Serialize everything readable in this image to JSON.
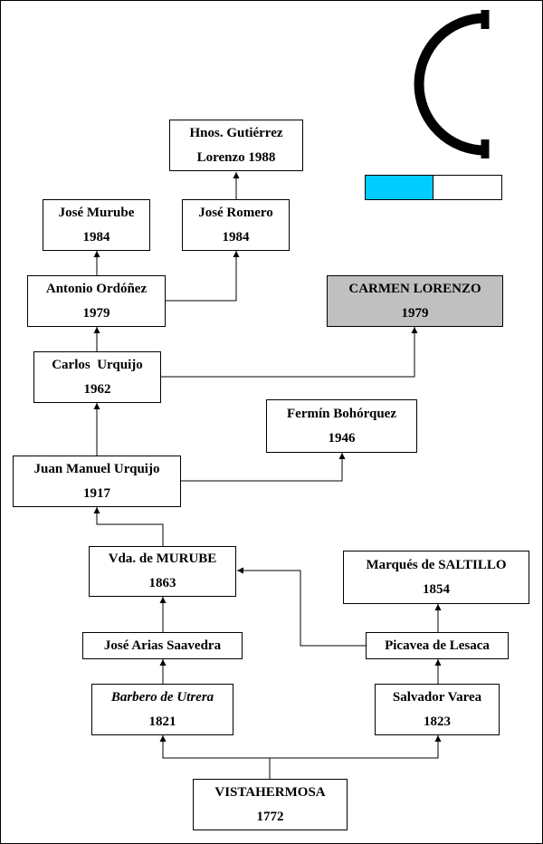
{
  "logo": {
    "letter": "C",
    "stripe_colors": [
      "#00ccff",
      "#ffffff"
    ]
  },
  "nodes": {
    "hnos_gutierrez": {
      "name": "Hnos. Gutiérrez",
      "year": "Lorenzo 1988"
    },
    "jose_murube": {
      "name": "José Murube",
      "year": "1984"
    },
    "jose_romero": {
      "name": "José Romero",
      "year": "1984"
    },
    "antonio_ordonez": {
      "name": "Antonio Ordóñez",
      "year": "1979"
    },
    "carmen_lorenzo": {
      "name": "CARMEN LORENZO",
      "year": "1979"
    },
    "carlos_urquijo": {
      "name": "Carlos  Urquijo",
      "year": "1962"
    },
    "fermin_bohorquez": {
      "name": "Fermín Bohórquez",
      "year": "1946"
    },
    "juan_manuel_urquijo": {
      "name": "Juan Manuel Urquijo",
      "year": "1917"
    },
    "vda_murube": {
      "name": "Vda. de MURUBE",
      "year": "1863"
    },
    "marques_saltillo": {
      "name": "Marqués de SALTILLO",
      "year": "1854"
    },
    "jose_arias_saavedra": {
      "name": "José Arias Saavedra"
    },
    "picavea_lesaca": {
      "name": "Picavea de Lesaca"
    },
    "barbero_utrera": {
      "name": "Barbero de Utrera",
      "year": "1821"
    },
    "salvador_varea": {
      "name": "Salvador Varea",
      "year": "1823"
    },
    "vistahermosa": {
      "name": "VISTAHERMOSA",
      "year": "1772"
    }
  },
  "highlight_color": "#c0c0c0"
}
